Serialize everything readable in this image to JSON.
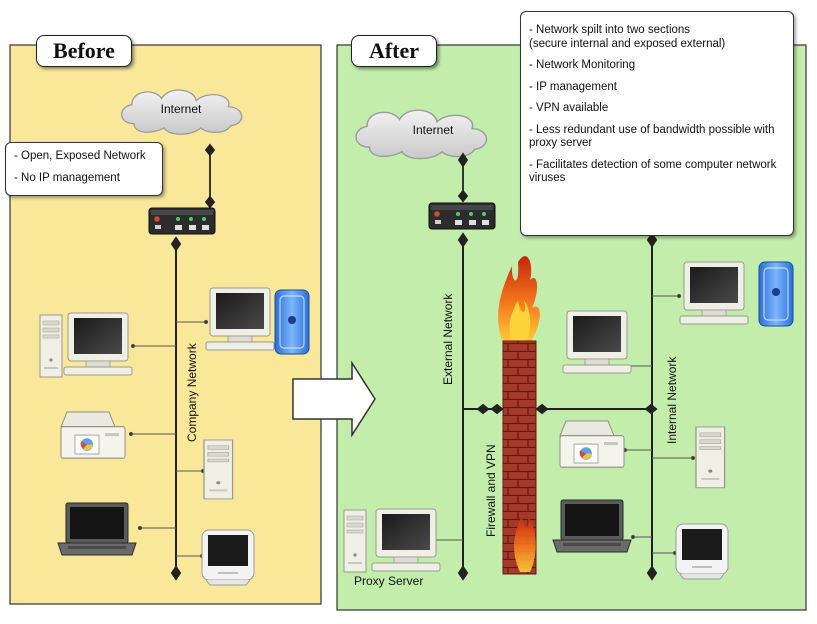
{
  "panels": {
    "before": {
      "title": "Before",
      "background": "#f9e79a",
      "notes": [
        "- Open, Exposed Network",
        "- No IP management"
      ],
      "internet_label": "Internet",
      "network_label": "Company Network"
    },
    "after": {
      "title": "After",
      "background": "#c2edaa",
      "notes": [
        "- Network spilt into two sections\n  (secure internal and exposed external)",
        "- Network Monitoring",
        "- IP management",
        "- VPN available",
        "- Less redundant use of bandwidth possible with proxy server",
        "- Facilitates detection of some computer network viruses"
      ],
      "internet_label": "Internet",
      "external_label": "External Network",
      "internal_label": "Internal Network",
      "firewall_label": "Firewall and VPN",
      "proxy_label": "Proxy Server"
    }
  },
  "colors": {
    "before_bg": "#f9e79a",
    "after_bg": "#c2edaa",
    "firewall_brick": "#a63a2a",
    "flame": "#f07a1a",
    "cloud": "#dcdcdc"
  }
}
